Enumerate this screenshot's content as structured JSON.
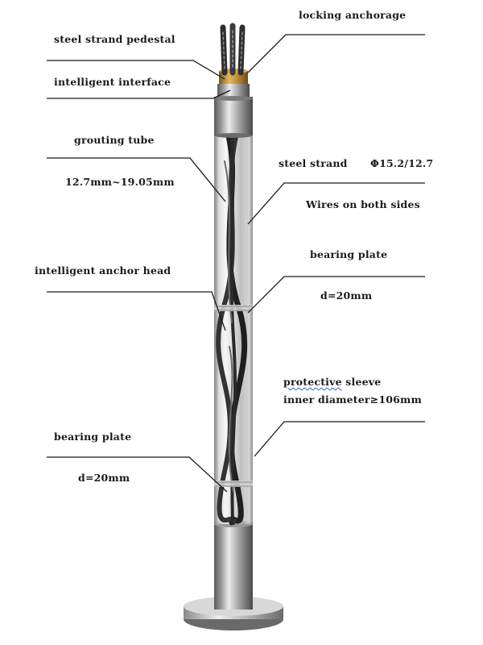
{
  "labels": {
    "locking_anchorage": "locking anchorage",
    "steel_strand_pedestal": "steel strand pedestal",
    "intelligent_interface": "intelligent interface",
    "grouting_tube": "grouting tube",
    "grouting_tube_size": "12.7mm~19.05mm",
    "steel_strand": "steel strand",
    "steel_strand_spec": "Φ15.2/12.7",
    "wires_both_sides": "Wires on both sides",
    "bearing_plate_upper": "bearing plate",
    "bearing_plate_upper_d": "d=20mm",
    "intelligent_anchor_head": "intelligent anchor head",
    "protective_sleeve_word": "protective",
    "protective_sleeve_rest": " sleeve",
    "inner_diameter": "inner diameter≥106mm",
    "bearing_plate_lower": "bearing plate",
    "bearing_plate_lower_d": "d=20mm"
  },
  "colors": {
    "leader_line": "#1a1a1a",
    "text": "#1a1a1a",
    "steel_light": "#e6e6e6",
    "steel_dark": "#5c5c5c",
    "strand": "#2a2a2a",
    "brass": "#b8862e"
  }
}
